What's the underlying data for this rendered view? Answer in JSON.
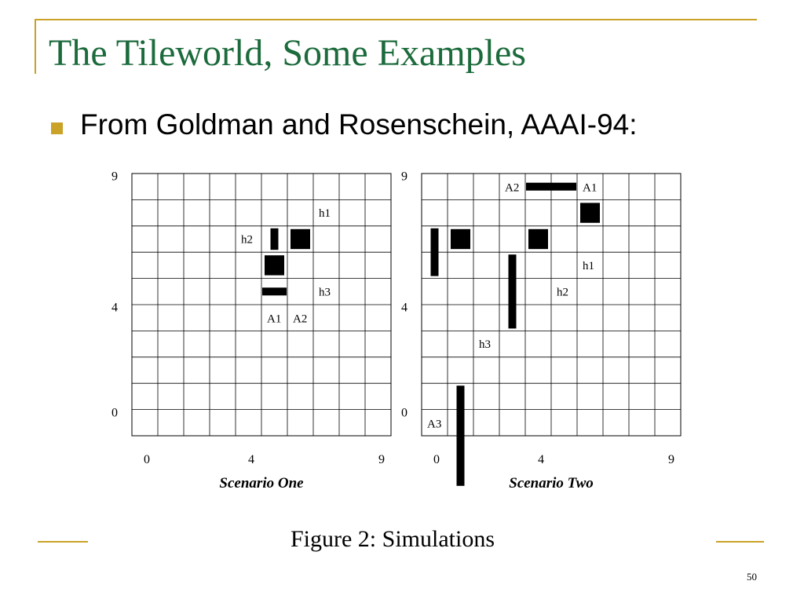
{
  "slide": {
    "title": "The Tileworld, Some Examples",
    "bullet": "From Goldman and Rosenschein, AAAI-94:",
    "caption": "Figure 2:  Simulations",
    "page_number": "50",
    "colors": {
      "title": "#1c6b3c",
      "accent": "#c9a227",
      "grid": "#000000"
    }
  },
  "scenarios": [
    {
      "name": "Scenario One",
      "x_ticks": [
        "0",
        "4",
        "9"
      ],
      "y_ticks": [
        "9",
        "4",
        "0"
      ],
      "grid_size": 10,
      "agents": [
        {
          "label": "A1",
          "col": 5,
          "row": 4
        },
        {
          "label": "A2",
          "col": 6,
          "row": 4
        }
      ],
      "holes": [
        {
          "label": "h1",
          "col": 7,
          "row": 8
        },
        {
          "label": "h2",
          "col": 4,
          "row": 7
        },
        {
          "label": "h3",
          "col": 7,
          "row": 5
        }
      ],
      "tiles": [
        {
          "col": 6,
          "row": 7
        },
        {
          "col": 5,
          "row": 6
        }
      ],
      "obstacles": [
        {
          "col": 5,
          "row": 7,
          "orientation": "vertical",
          "length": 1
        },
        {
          "col": 5,
          "row": 5,
          "orientation": "horizontal",
          "length": 1
        }
      ]
    },
    {
      "name": "Scenario Two",
      "x_ticks": [
        "0",
        "4",
        "9"
      ],
      "y_ticks": [
        "9",
        "4",
        "0"
      ],
      "grid_size": 10,
      "agents": [
        {
          "label": "A2",
          "col": 3,
          "row": 9
        },
        {
          "label": "A1",
          "col": 6,
          "row": 9
        },
        {
          "label": "A3",
          "col": 0,
          "row": 0
        }
      ],
      "holes": [
        {
          "label": "h1",
          "col": 6,
          "row": 6
        },
        {
          "label": "h2",
          "col": 5,
          "row": 5
        },
        {
          "label": "h3",
          "col": 2,
          "row": 3
        }
      ],
      "tiles": [
        {
          "col": 6,
          "row": 8
        },
        {
          "col": 1,
          "row": 7
        },
        {
          "col": 4,
          "row": 7
        }
      ],
      "obstacles": [
        {
          "col": 4,
          "row": 9,
          "orientation": "horizontal",
          "length": 2
        },
        {
          "col": 0,
          "row": 7,
          "orientation": "vertical",
          "length": 2
        },
        {
          "col": 3,
          "row": 6,
          "orientation": "vertical",
          "length": 3
        },
        {
          "col": 1,
          "row": 1,
          "orientation": "vertical",
          "length": 4
        }
      ]
    }
  ]
}
